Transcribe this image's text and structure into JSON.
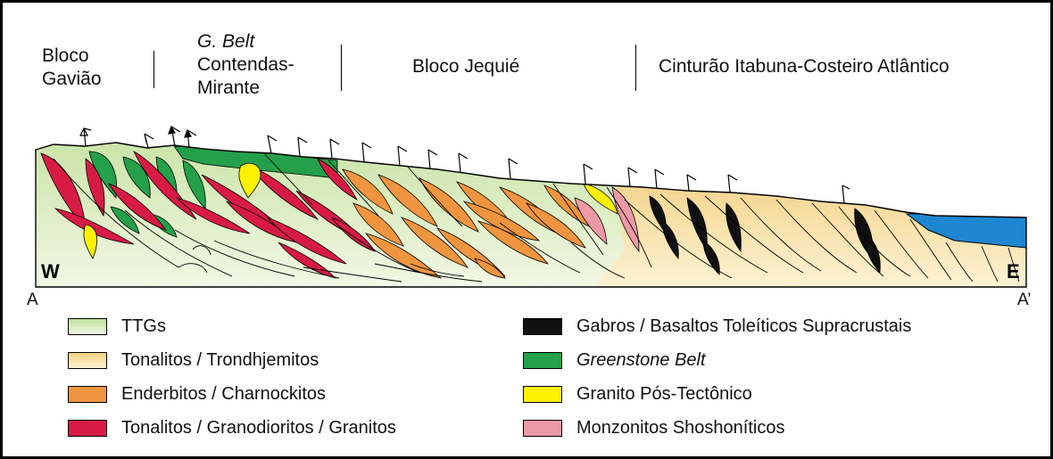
{
  "header": {
    "gaviao": [
      "Bloco",
      "Gavião"
    ],
    "contendas": [
      "G. Belt",
      "Contendas-",
      "Mirante"
    ],
    "jequie": "Bloco Jequié",
    "itabuna": "Cinturão Itabuna-Costeiro Atlântico"
  },
  "section": {
    "west": "W",
    "east": "E",
    "start": "A",
    "end": "A’"
  },
  "legend": {
    "left": [
      "TTGs",
      "Tonalitos / Trondhjemitos",
      "Enderbitos / Charnockitos",
      "Tonalitos / Granodioritos / Granitos"
    ],
    "right": [
      "Gabros / Basaltos Toleíticos Supracrustais",
      "Greenstone Belt",
      "Granito Pós-Tectônico",
      "Monzonitos Shoshoníticos"
    ]
  },
  "colors": {
    "ttg": "#c8e3a4",
    "tonalito_trondhjemito": "#f1c76e",
    "enderbito_charnockito": "#f0953f",
    "tonalito_granodiorito_granito": "#d81b45",
    "gabro_basalto": "#111111",
    "greenstone_belt": "#24a04a",
    "granito_pos_tectonico": "#fff200",
    "monzonito_shoshonitico": "#ee9aa6",
    "ocean": "#1f86d1"
  }
}
